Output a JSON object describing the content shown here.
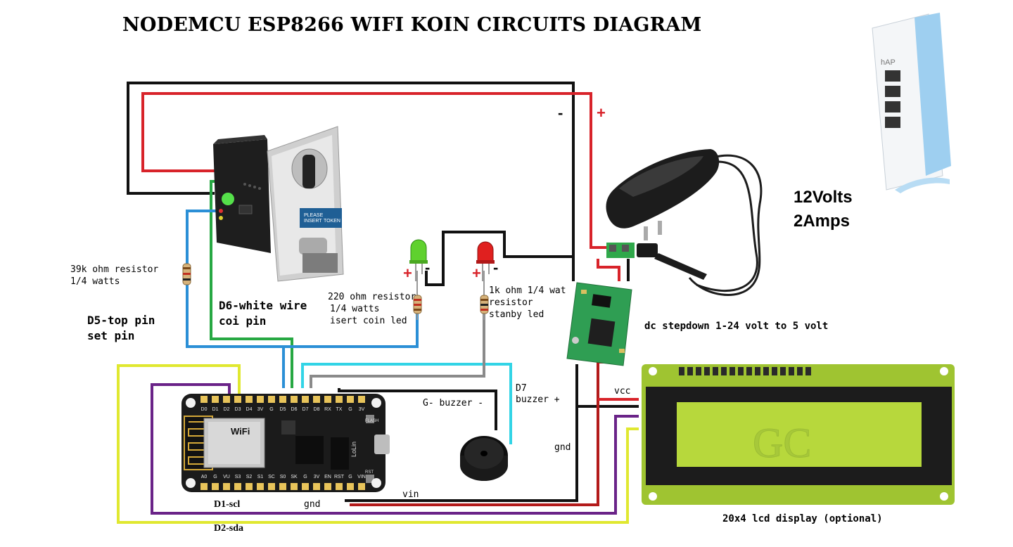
{
  "diagram": {
    "title": "NODEMCU ESP8266 WIFI KOIN CIRCUITS DIAGRAM",
    "power": {
      "line1": "12Volts",
      "line2": "2Amps"
    },
    "labels": {
      "r39k_1": "39k ohm resistor",
      "r39k_2": "1/4 watts",
      "d5_1": "D5-top pin",
      "d5_2": "set pin",
      "d6_1": "D6-white wire",
      "d6_2": "coi pin",
      "r220_1": "220 ohm resistor",
      "r220_2": "1/4 watts",
      "r220_3": "isert coin led",
      "r1k_1": "1k ohm 1/4 wat",
      "r1k_2": "resistor",
      "r1k_3": "stanby led",
      "stepdown": "dc stepdown 1-24 volt to 5 volt",
      "d7_1": "D7",
      "d7_2": "buzzer +",
      "buzzer_neg": "G- buzzer -",
      "vcc": "vcc",
      "gnd_right": "gnd",
      "vin": "vin",
      "gnd_bottom": "gnd",
      "d1": "D1-scl",
      "d2": "D2-sda",
      "lcd": "20x4 lcd display (optional)"
    },
    "signs": {
      "plus": "+",
      "minus": "-"
    },
    "board": {
      "wifi": "WiFi",
      "top_pins": [
        "D0",
        "D1",
        "D2",
        "D3",
        "D4",
        "3V",
        "G",
        "D5",
        "D6",
        "D7",
        "D8",
        "RX",
        "TX",
        "G",
        "3V"
      ],
      "bottom_pins": [
        "A0",
        "G",
        "VU",
        "S3",
        "S2",
        "S1",
        "SC",
        "S0",
        "SK",
        "G",
        "3V",
        "EN",
        "RST",
        "G",
        "VIN"
      ],
      "chip_label": "LoLin",
      "rst_label": "RST",
      "flash_label": "FLASH"
    },
    "coin_acceptor": {
      "sign_line1": "PLEASE",
      "sign_line2": "INSERT",
      "sign_line3": "TOKEN"
    },
    "router": {
      "brand": "hAP"
    },
    "lcd_logo": "GC",
    "colors": {
      "red": "#d8232a",
      "black": "#111111",
      "green": "#27a843",
      "blue": "#2b8fd6",
      "yellow": "#e0e830",
      "purple": "#6a2388",
      "cyan": "#32d4e6",
      "gray": "#8a8a8a",
      "darkred": "#b31b1b",
      "lcd_bg": "#9fc431",
      "lcd_screen": "#b7d83c",
      "pcb": "#1b1b1b",
      "module": "#2f9e53"
    }
  }
}
